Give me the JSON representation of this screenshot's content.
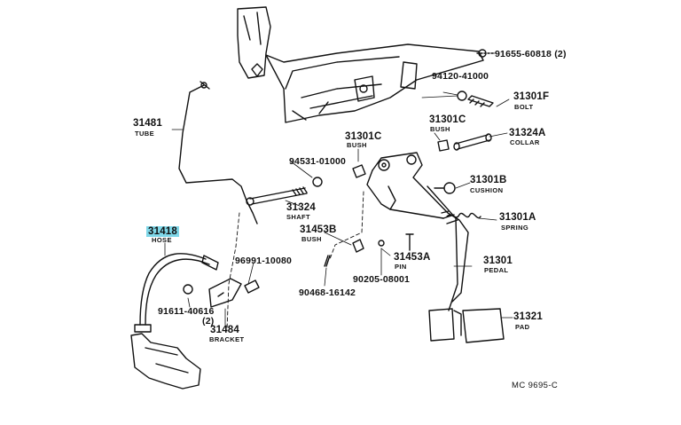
{
  "labels": {
    "p91655": "91655-60818 (2)",
    "p94120": "94120-41000",
    "p31301F": "31301F",
    "bolt": "BOLT",
    "p31481": "31481",
    "tube": "TUBE",
    "p31301C_left": "31301C",
    "bush_left": "BUSH",
    "p31301C_right": "31301C",
    "bush_right": "BUSH",
    "p31324A": "31324A",
    "collar": "COLLAR",
    "p94531": "94531-01000",
    "p31301B": "31301B",
    "cushion": "CUSHION",
    "p31324": "31324",
    "shaft": "SHAFT",
    "p31301A": "31301A",
    "spring": "SPRING",
    "p31418": "31418",
    "hose": "HOSE",
    "p31453B": "31453B",
    "bush_mid": "BUSH",
    "p96991": "96991-10080",
    "p31453A": "31453A",
    "pin": "PIN",
    "p31301": "31301",
    "pedal": "PEDAL",
    "p91611": "91611-40616",
    "qty2": "(2)",
    "p90468": "90468-16142",
    "p90205": "90205-08001",
    "p31484": "31484",
    "bracket": "BRACKET",
    "p31321": "31321",
    "pad": "PAD",
    "mc_code": "MC  9695-C"
  },
  "colors": {
    "ink": "#111111",
    "highlight": "#7fd7e8"
  }
}
